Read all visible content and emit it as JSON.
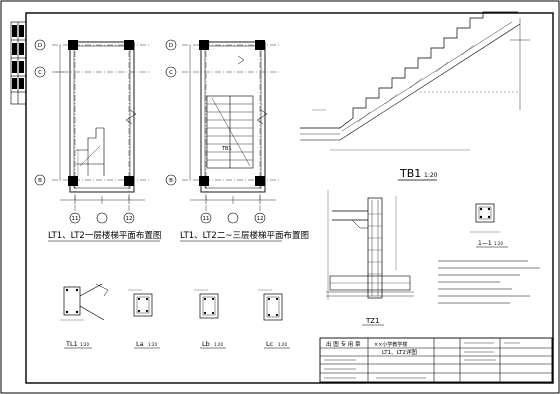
{
  "plans": {
    "left_caption": "LT1、LT2一层楼梯平面布置图",
    "right_caption": "LT1、LT2二~三层楼梯平面布置图",
    "left_grid_cols": [
      "11",
      "12"
    ],
    "left_grid_rows": [
      "D",
      "C",
      "B"
    ],
    "right_grid_cols": [
      "11",
      "12"
    ],
    "right_grid_rows": [
      "D",
      "C",
      "B"
    ],
    "tb_label": "TB1"
  },
  "stair_section": {
    "caption": "TB1",
    "scale": "1:20"
  },
  "details": {
    "tl1": {
      "label": "TL1",
      "scale": "1:20"
    },
    "la": {
      "label": "La",
      "scale": "1:20"
    },
    "lb": {
      "label": "Lb",
      "scale": "1:20"
    },
    "lc": {
      "label": "Lc",
      "scale": "1:20"
    },
    "tz1": {
      "label": "TZ1"
    },
    "section_11": {
      "label": "1—1",
      "scale": "1:20"
    }
  },
  "title_block": {
    "project": "××小学教学楼",
    "drawing_title": "LT1、LT2详图",
    "stamp": "出 图 专 用 章"
  }
}
